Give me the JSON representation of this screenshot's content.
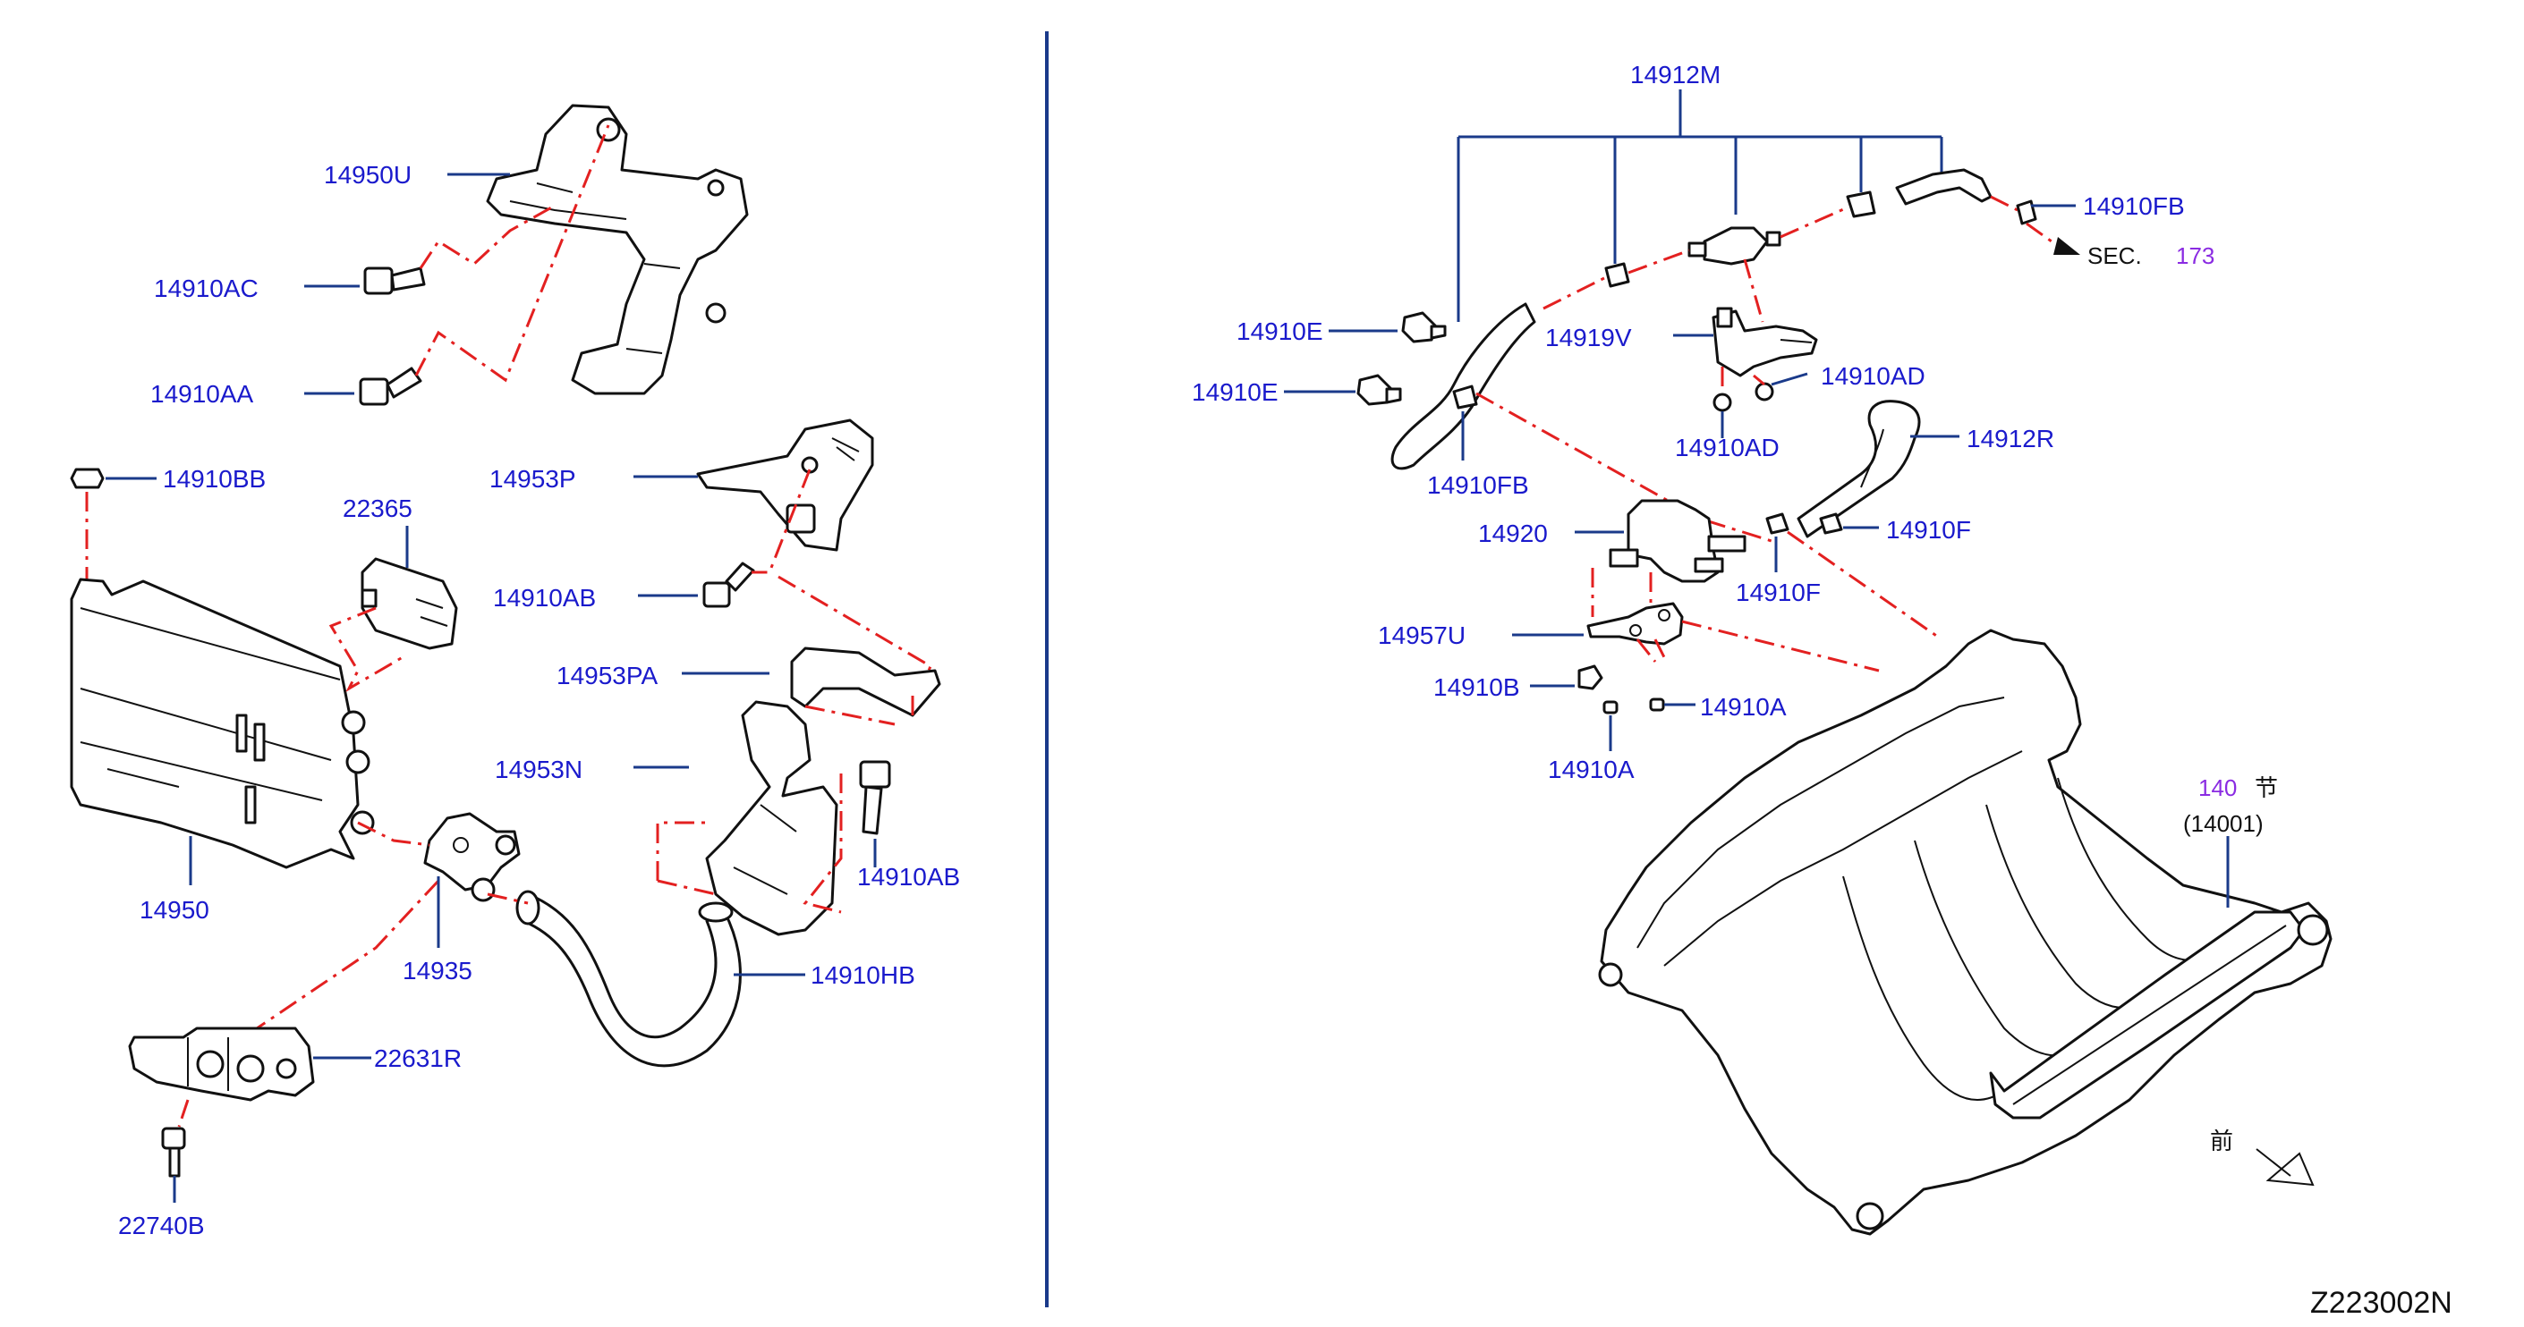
{
  "diagram": {
    "code": "Z223002N",
    "sec_label": "SEC.",
    "sec_number": "173",
    "part_ref_number": "140",
    "part_ref_cn": "节",
    "part_ref_sub": "(14001)",
    "front_cn": "前"
  },
  "labels": {
    "l14950U": "14950U",
    "l14910AC": "14910AC",
    "l14910AA": "14910AA",
    "l14910BB": "14910BB",
    "l22365": "22365",
    "l14953P": "14953P",
    "l14910AB_1": "14910AB",
    "l14953PA": "14953PA",
    "l14953N": "14953N",
    "l14910AB_2": "14910AB",
    "l14950": "14950",
    "l14935": "14935",
    "l14910HB": "14910HB",
    "l22631R": "22631R",
    "l22740B": "22740B",
    "l14912M": "14912M",
    "l14910FB_1": "14910FB",
    "l14910E_1": "14910E",
    "l14910E_2": "14910E",
    "l14919V": "14919V",
    "l14910AD_1": "14910AD",
    "l14910AD_2": "14910AD",
    "l14912R": "14912R",
    "l14910FB_2": "14910FB",
    "l14920": "14920",
    "l14910F_1": "14910F",
    "l14910F_2": "14910F",
    "l14957U": "14957U",
    "l14910B": "14910B",
    "l14910A_1": "14910A",
    "l14910A_2": "14910A"
  }
}
